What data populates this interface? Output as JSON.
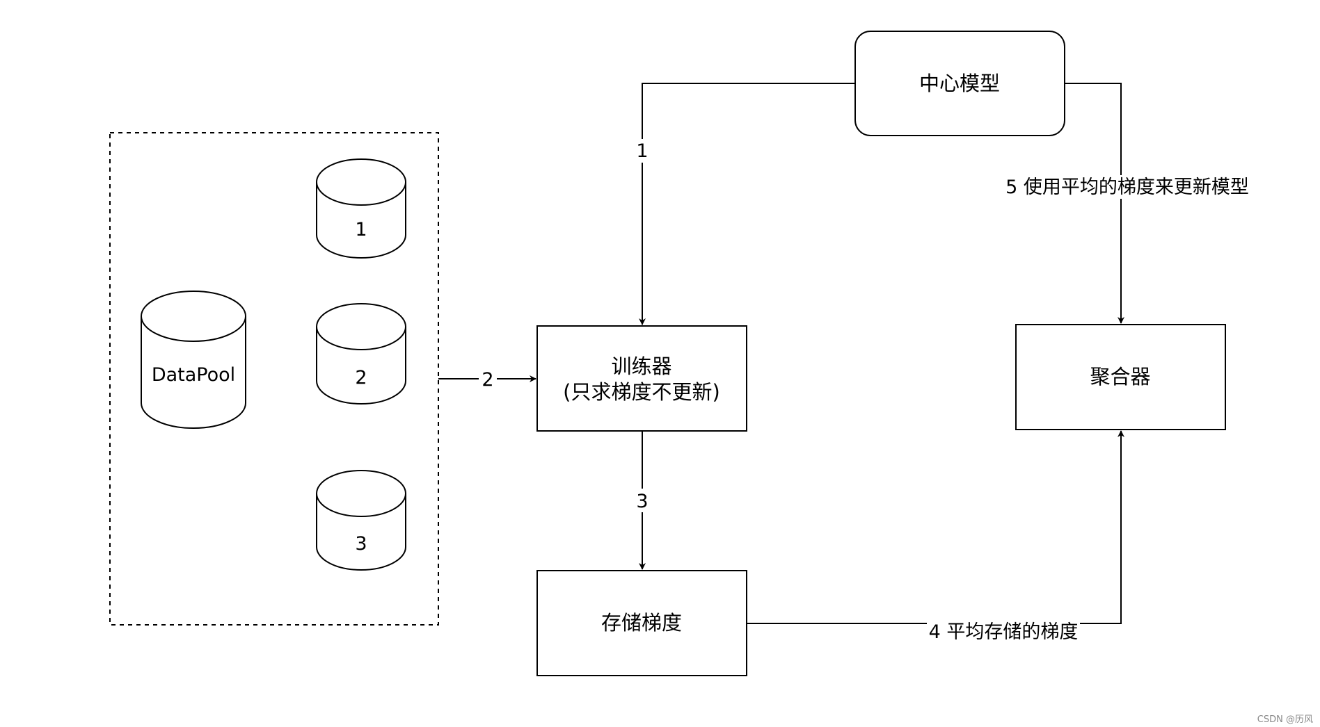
{
  "nodes": {
    "center_model": "中心模型",
    "trainer_line1": "训练器",
    "trainer_line2": "(只求梯度不更新)",
    "store_grad": "存储梯度",
    "aggregator": "聚合器",
    "datapool": "DataPool",
    "shards": [
      "1",
      "2",
      "3"
    ]
  },
  "edges": {
    "e1": "1",
    "e2": "2",
    "e3": "3",
    "e4": "4 平均存储的梯度",
    "e5": "5 使用平均的梯度来更新模型"
  },
  "watermark": "CSDN @历风",
  "colors": {
    "stroke": "#000000",
    "fill": "#ffffff",
    "text": "#000000",
    "watermark": "#888888"
  }
}
